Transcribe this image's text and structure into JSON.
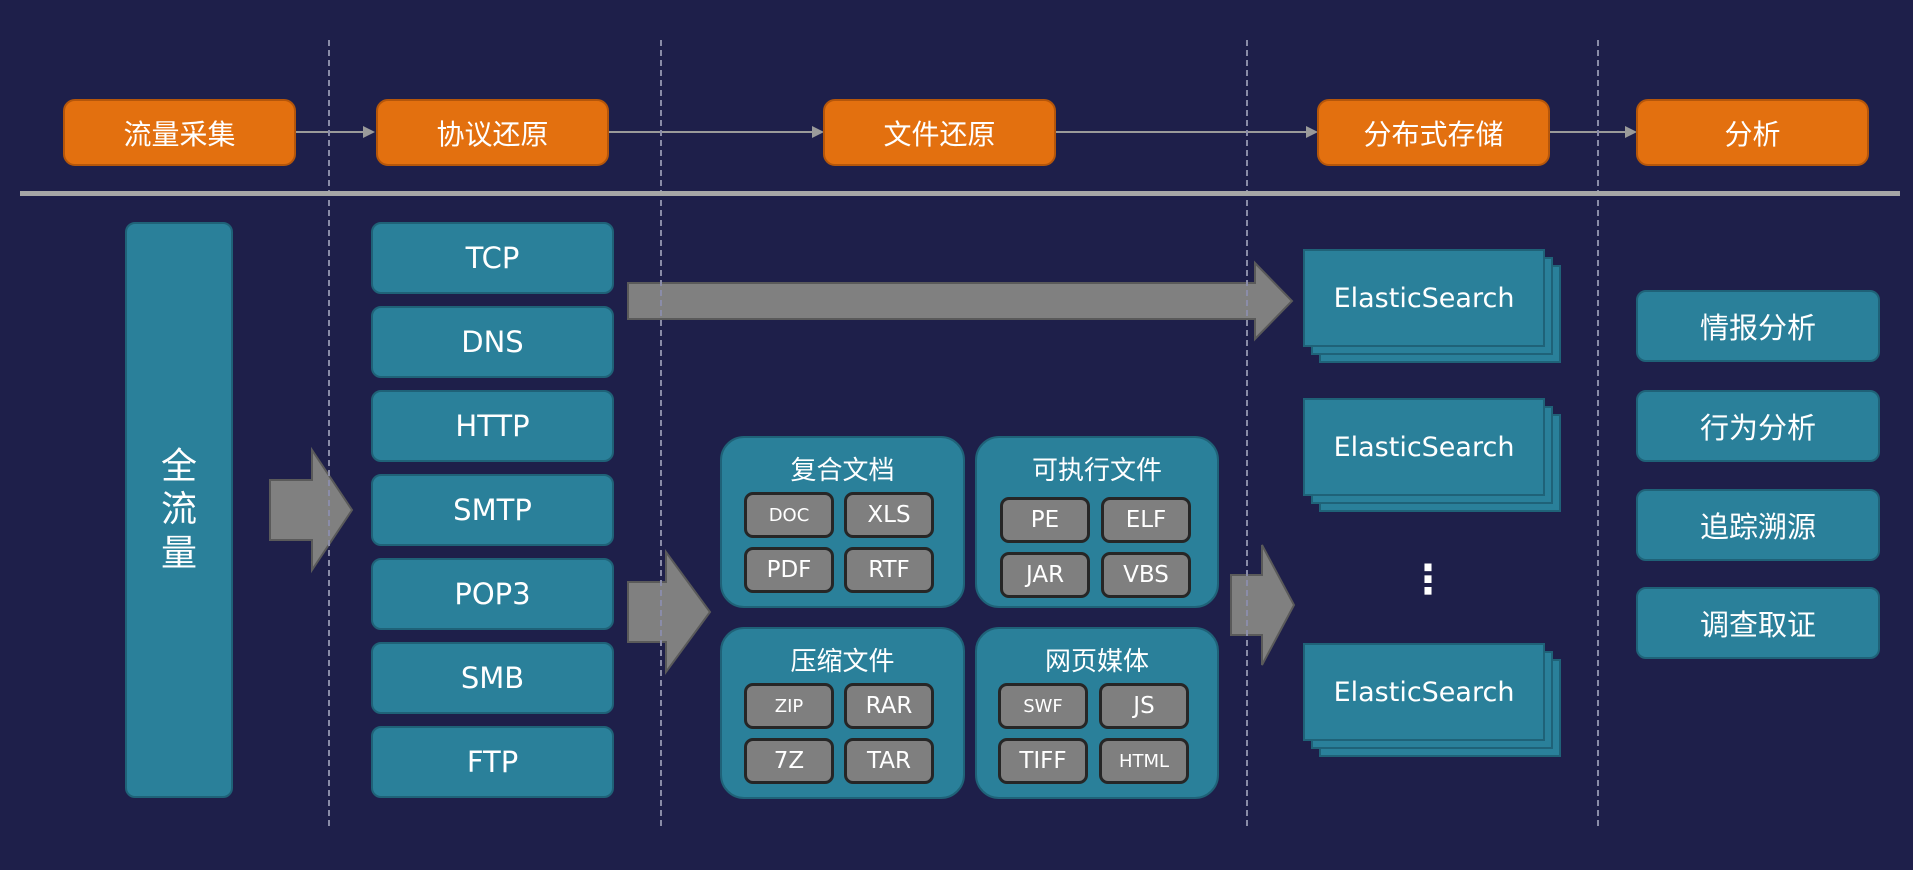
{
  "stages": [
    "流量采集",
    "协议还原",
    "文件还原",
    "分布式存储",
    "分析"
  ],
  "source": {
    "label": "全\n流\n量"
  },
  "protocols": [
    "TCP",
    "DNS",
    "HTTP",
    "SMTP",
    "POP3",
    "SMB",
    "FTP"
  ],
  "file_groups": [
    {
      "title": "复合文档",
      "items": [
        "DOC",
        "XLS",
        "PDF",
        "RTF"
      ]
    },
    {
      "title": "可执行文件",
      "items": [
        "PE",
        "ELF",
        "JAR",
        "VBS"
      ]
    },
    {
      "title": "压缩文件",
      "items": [
        "ZIP",
        "RAR",
        "7Z",
        "TAR"
      ]
    },
    {
      "title": "网页媒体",
      "items": [
        "SWF",
        "JS",
        "TIFF",
        "HTML"
      ]
    }
  ],
  "storage": {
    "nodes": [
      "ElasticSearch",
      "ElasticSearch",
      "ElasticSearch"
    ],
    "ellipsis": "⋮"
  },
  "analysis": [
    "情报分析",
    "行为分析",
    "追踪溯源",
    "调查取证"
  ],
  "colors": {
    "background": "#1e1f4a",
    "stage_orange": "#e3700f",
    "teal": "#2a809a",
    "chip_gray": "#7f7f7f",
    "arrow_gray": "#808080",
    "divider": "#a6a6a6"
  }
}
